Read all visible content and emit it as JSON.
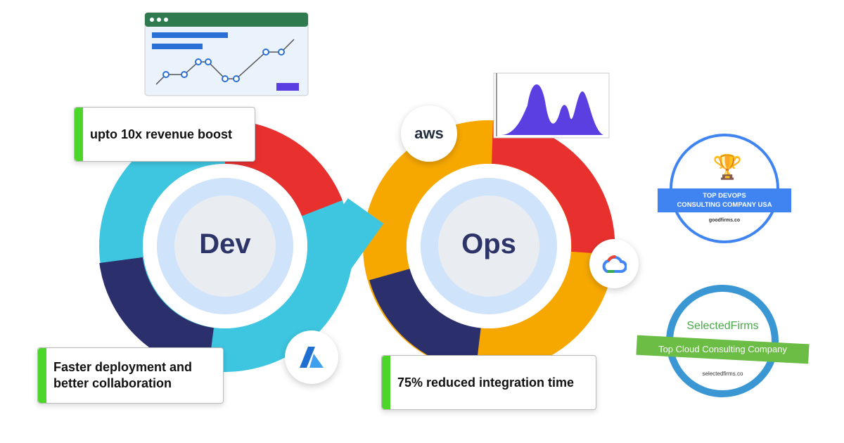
{
  "labels": {
    "dev": "Dev",
    "ops": "Ops"
  },
  "cards": [
    "upto 10x revenue boost",
    "Faster deployment and better collaboration",
    "75% reduced integration time"
  ],
  "logos": {
    "aws": "aws"
  },
  "badges": {
    "goodfirms": {
      "title_line1": "TOP DEVOPS",
      "title_line2": "CONSULTING COMPANY USA",
      "site": "goodfirms.co"
    },
    "selectedfirms": {
      "brand": "SelectedFirms",
      "title": "Top Cloud Consulting Company",
      "site": "selectedfirms.co"
    }
  },
  "colors": {
    "red": "#e8312f",
    "cyan": "#3ec6e0",
    "navy": "#2b2f6b",
    "orange": "#f7a800",
    "green": "#4cd62b"
  }
}
